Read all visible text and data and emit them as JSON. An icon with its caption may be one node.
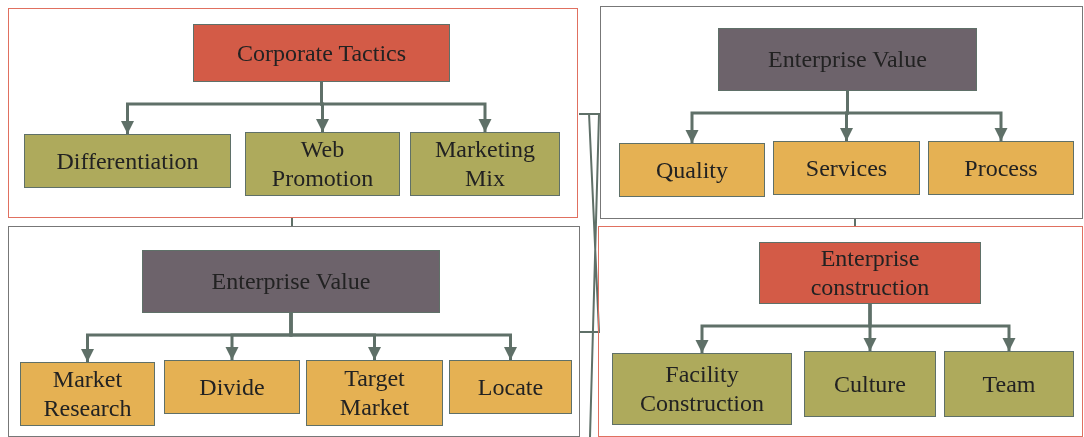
{
  "diagram": {
    "nodes": [
      {
        "text": [],
        "shape": "box"
      },
      {
        "text": [
          "Corporate Tactics"
        ],
        "in": 0
      },
      {
        "text": [
          "Differentiation"
        ],
        "in": 0
      },
      {
        "text": [
          "Web Promotion"
        ],
        "in": 0
      },
      {
        "text": [
          "Marketing Mix"
        ],
        "in": 0
      },
      {
        "text": [],
        "shape": "box"
      },
      {
        "text": [
          "Enterprise Value"
        ],
        "in": 5
      },
      {
        "text": [
          "Quality"
        ],
        "in": 5
      },
      {
        "text": [
          "Services"
        ],
        "in": 5
      },
      {
        "text": [
          "Process"
        ],
        "in": 5
      },
      {
        "text": [],
        "shape": "box"
      },
      {
        "text": [
          "Enterprise Value"
        ],
        "in": 10
      },
      {
        "text": [
          "Market Research"
        ],
        "in": 10
      },
      {
        "text": [
          "Divide"
        ],
        "in": 10
      },
      {
        "text": [
          "Target Market"
        ],
        "in": 10
      },
      {
        "text": [
          "Locate"
        ],
        "in": 10
      },
      {
        "text": [],
        "shape": "box"
      },
      {
        "text": [
          "Enterprise construction"
        ],
        "in": 16
      },
      {
        "text": [
          "Facility Construction"
        ],
        "in": 16
      },
      {
        "text": [
          "Culture"
        ],
        "in": 16
      },
      {
        "text": [
          "Team"
        ],
        "in": 16
      }
    ],
    "edges": [
      {
        "from": 1,
        "to": 2,
        "arrow": "to"
      },
      {
        "from": 1,
        "to": 3,
        "arrow": "to"
      },
      {
        "from": 1,
        "to": 4,
        "arrow": "to"
      },
      {
        "from": 6,
        "to": 7,
        "arrow": "to"
      },
      {
        "from": 6,
        "to": 8,
        "arrow": "to"
      },
      {
        "from": 6,
        "to": 9,
        "arrow": "to"
      },
      {
        "from": 11,
        "to": 12,
        "arrow": "to"
      },
      {
        "from": 11,
        "to": 13,
        "arrow": "to"
      },
      {
        "from": 11,
        "to": 14,
        "arrow": "to"
      },
      {
        "from": 11,
        "to": 15,
        "arrow": "to"
      },
      {
        "from": 17,
        "to": 18,
        "arrow": "to"
      },
      {
        "from": 17,
        "to": 19,
        "arrow": "to"
      },
      {
        "from": 17,
        "to": 20,
        "arrow": "to"
      }
    ]
  }
}
